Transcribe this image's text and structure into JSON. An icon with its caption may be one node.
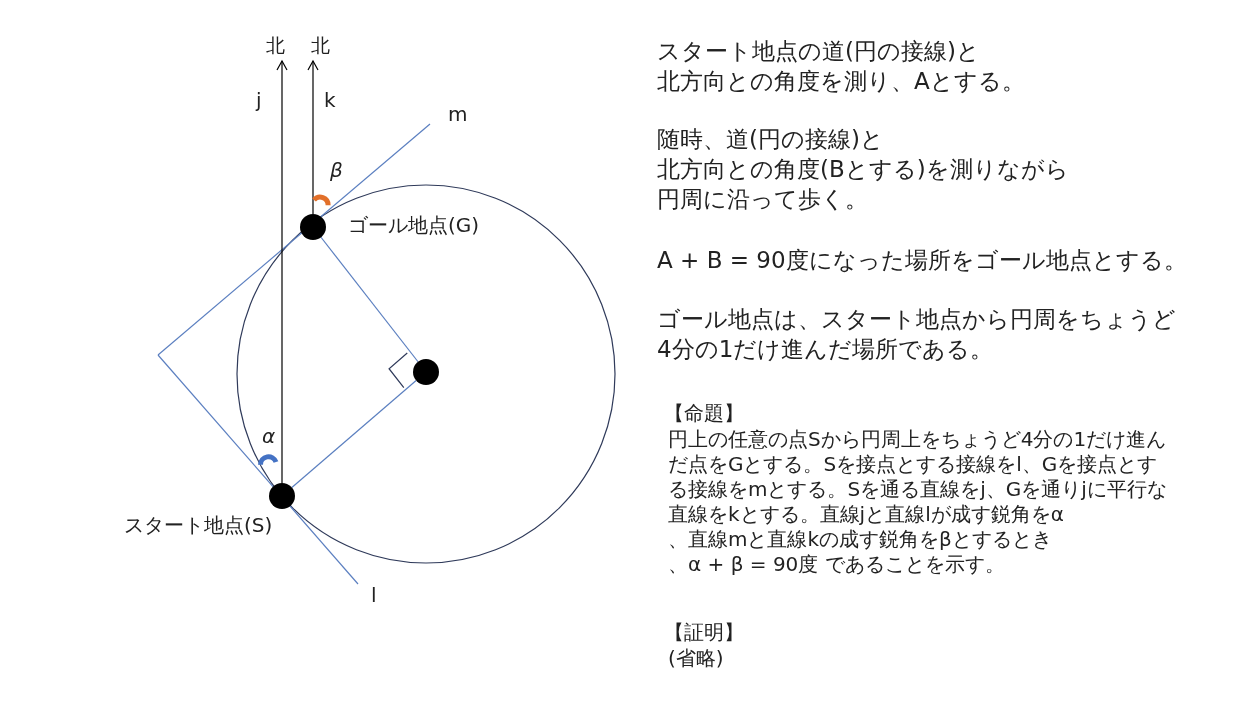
{
  "diagram": {
    "nodes": [
      {
        "text": [],
        "shape": "circle",
        "beside": [
          "スタート地点(S)"
        ]
      },
      {
        "text": [],
        "shape": "circle",
        "beside": [
          "ゴール地点(G)"
        ]
      },
      {
        "text": [],
        "shape": "circle"
      },
      {
        "text": [
          "北"
        ]
      },
      {
        "text": [
          "北"
        ]
      }
    ],
    "edges": [
      {
        "from": 0,
        "to": 3,
        "arrow": "to",
        "label": "j",
        "color": "#000000"
      },
      {
        "from": 1,
        "to": 4,
        "arrow": "to",
        "label": "k",
        "color": "#000000"
      },
      {
        "from": 1,
        "to": 2,
        "arrow": "none",
        "color": "#5b7fc0"
      },
      {
        "from": 0,
        "to": 2,
        "arrow": "none",
        "color": "#5b7fc0"
      }
    ],
    "labels": [
      "m",
      "l",
      "β",
      "α",
      "スタート地点の道(円の接線)と北方向との角度を測り、Aとする。",
      "随時、道(円の接線)と北方向との角度(Bとする)を測りながら円周に沿って歩く。",
      "A + B = 90度になった場所をゴール地点とする。",
      "ゴール地点は、スタート地点から円周をちょうど4分の1だけ進んだ場所である。",
      "【命題】",
      "円上の任意の点Sから円周上をちょうど4分の1だけ進んだ点をGとする。Sを接点とする接線をl、Gを接点とする接線をmとする。Sを通る直線をj、Gを通りjに平行な直線をkとする。直線jと直線lが成す鋭角をα、直線mと直線kの成す鋭角をβとするとき、α + β = 90度 であることを示す。",
      "【証明】",
      "(省略)"
    ]
  }
}
